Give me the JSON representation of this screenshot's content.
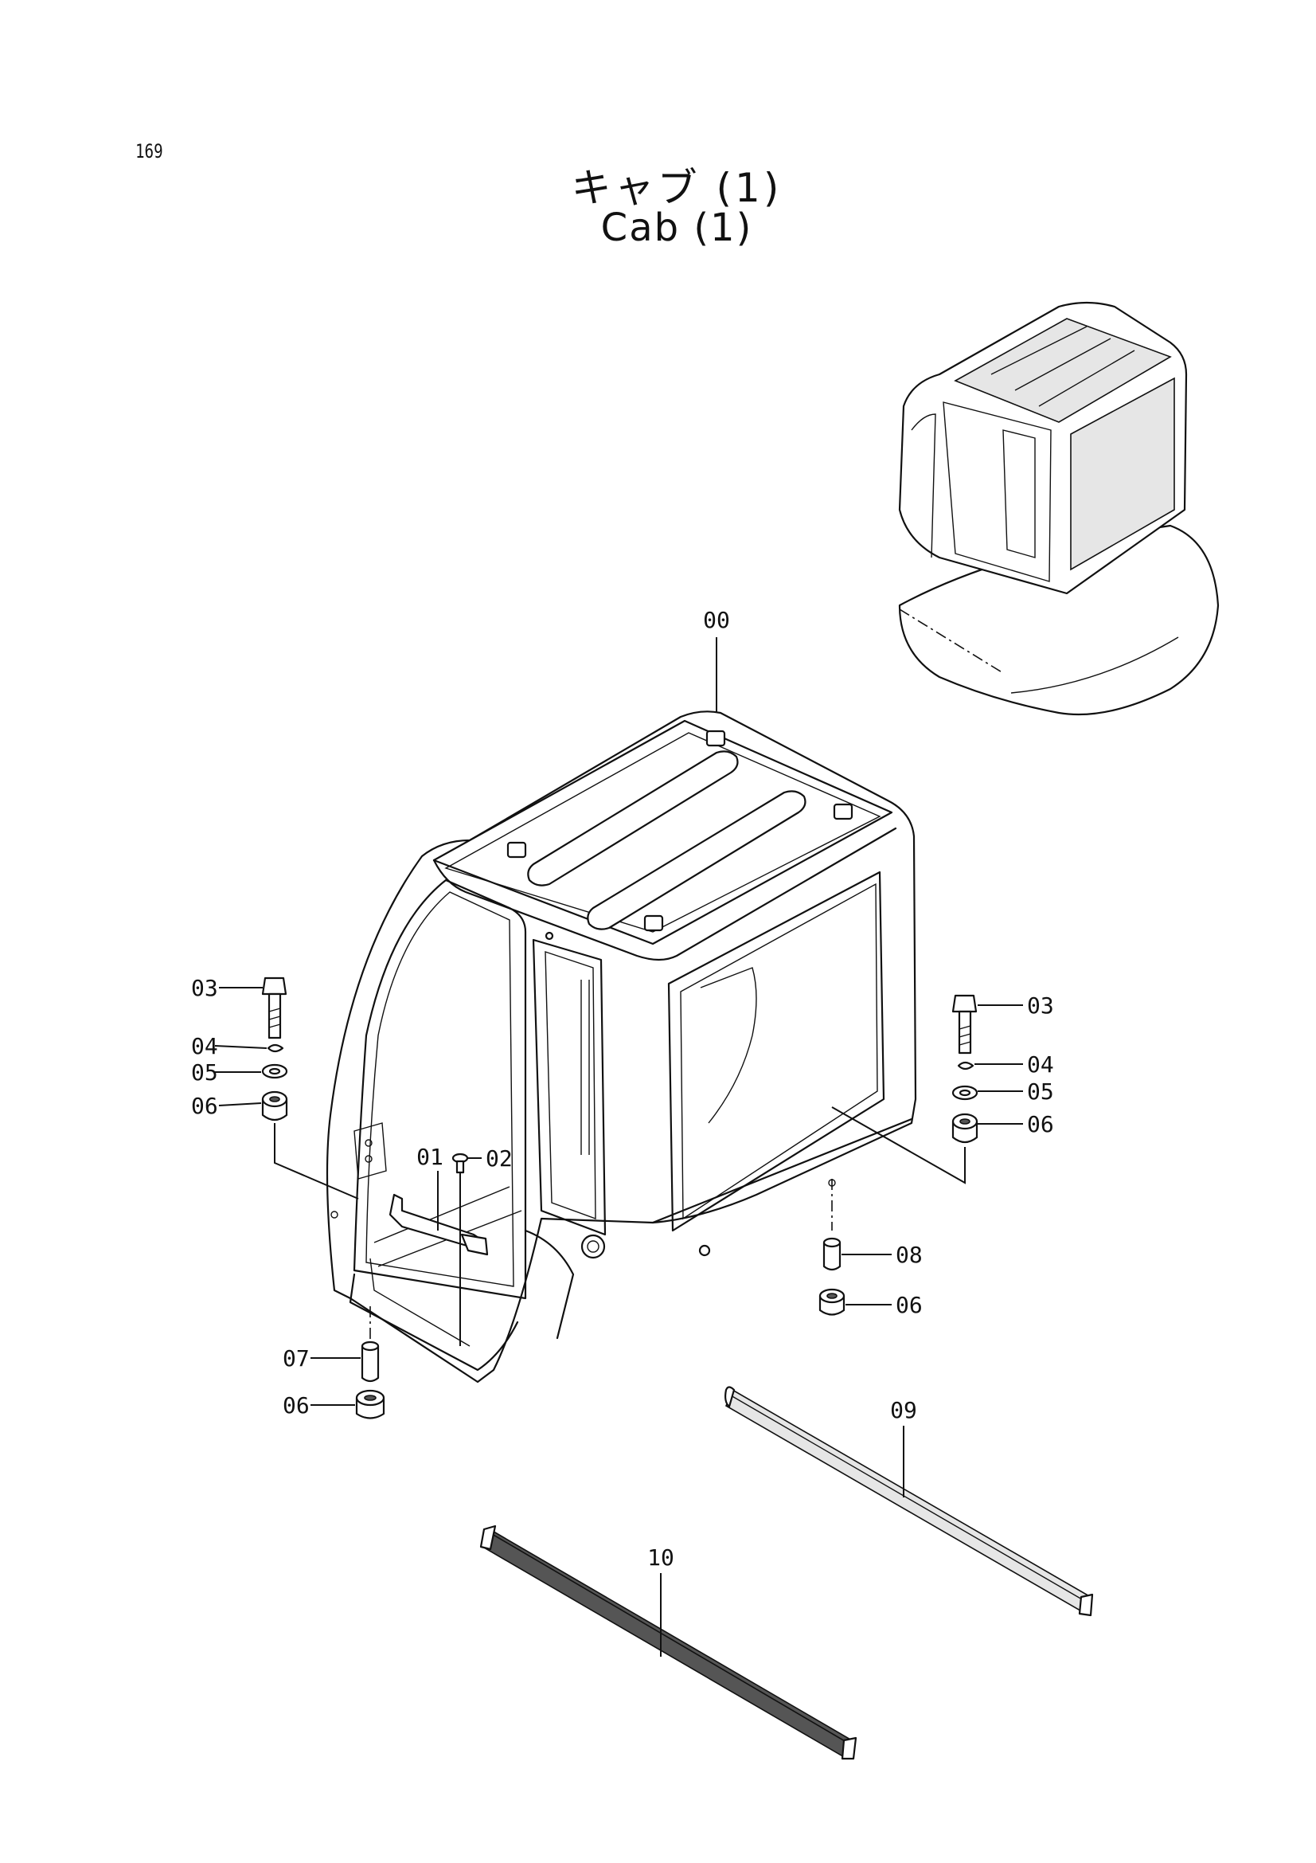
{
  "page": {
    "number": "169"
  },
  "title": {
    "japanese": "キャブ (1)",
    "english": "Cab (1)"
  },
  "callouts": [
    {
      "id": "c00",
      "label": "00"
    },
    {
      "id": "c01",
      "label": "01"
    },
    {
      "id": "c02",
      "label": "02"
    },
    {
      "id": "c03l",
      "label": "03"
    },
    {
      "id": "c04l",
      "label": "04"
    },
    {
      "id": "c05l",
      "label": "05"
    },
    {
      "id": "c06l",
      "label": "06"
    },
    {
      "id": "c03r",
      "label": "03"
    },
    {
      "id": "c04r",
      "label": "04"
    },
    {
      "id": "c05r",
      "label": "05"
    },
    {
      "id": "c06r",
      "label": "06"
    },
    {
      "id": "c07",
      "label": "07"
    },
    {
      "id": "c06b",
      "label": "06"
    },
    {
      "id": "c08",
      "label": "08"
    },
    {
      "id": "c06c",
      "label": "06"
    },
    {
      "id": "c09",
      "label": "09"
    },
    {
      "id": "c10",
      "label": "10"
    }
  ]
}
